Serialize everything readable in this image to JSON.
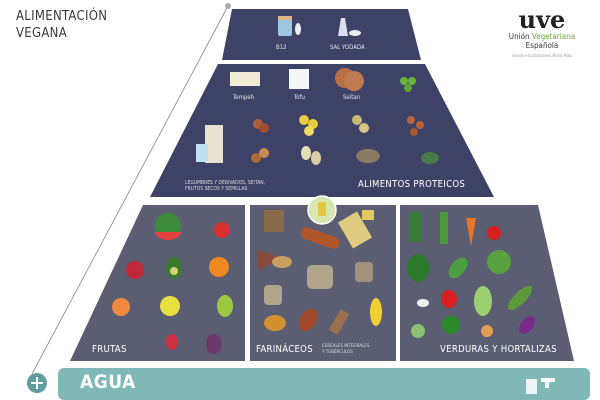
{
  "title": [
    "ALIMENTACIÓN",
    "VEGANA"
  ],
  "logo": {
    "brand": "uve",
    "line1_a": "Unión ",
    "line1_b": "Vegetariana",
    "line2": "Española",
    "credit": "diseño e ilustraciones María Ponz"
  },
  "tiers": {
    "top": {
      "items": [
        "B12",
        "SAL YODADA"
      ]
    },
    "protein": {
      "items": [
        "Tempeh",
        "Tofu",
        "Seitan"
      ],
      "subtitle": [
        "LEGUMBRES Y DERIVADOS, SEITAN,",
        "FRUTOS SECOS Y SEMILLAS"
      ],
      "title": "ALIMENTOS PROTEICOS"
    },
    "fruits": {
      "title": "FRUTAS"
    },
    "grains": {
      "title": "FARINÁCEOS",
      "subtitle": [
        "CEREALES INTEGRALES",
        "Y TUBÉRCULOS"
      ]
    },
    "veg": {
      "title": "VERDURAS Y HORTALIZAS"
    }
  },
  "water": {
    "label": "AGUA"
  },
  "colors": {
    "navy": "#3e4266",
    "slate": "#5b5e72",
    "teal": "#7fb8b6",
    "green": "#6aa838"
  }
}
